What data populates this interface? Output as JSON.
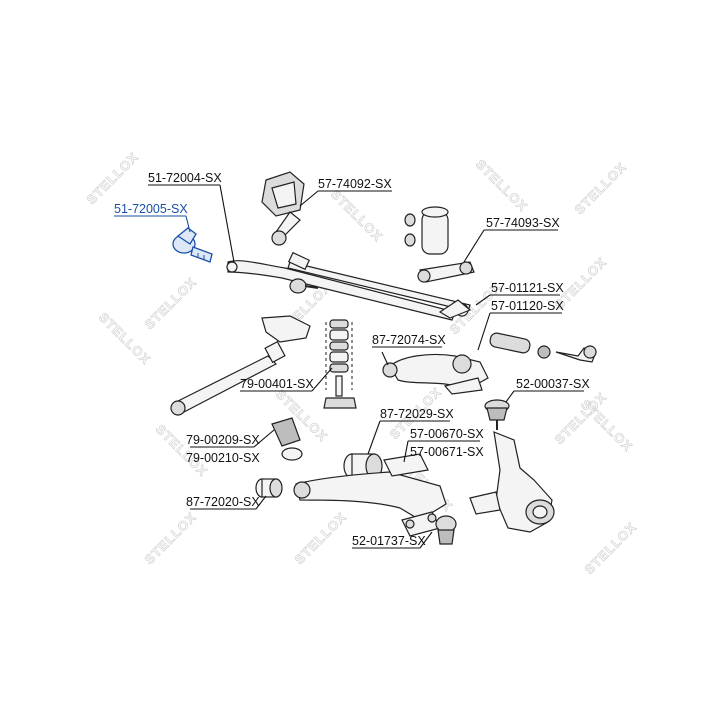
{
  "watermark": {
    "text": "STELLOX"
  },
  "labels": {
    "p51_72004": "51-72004-SX",
    "p51_72005": "51-72005-SX",
    "p57_74092": "57-74092-SX",
    "p57_74093": "57-74093-SX",
    "p57_01121": "57-01121-SX",
    "p57_01120": "57-01120-SX",
    "p87_72074": "87-72074-SX",
    "p79_00401": "79-00401-SX",
    "p52_00037": "52-00037-SX",
    "p87_72029": "87-72029-SX",
    "p57_00670": "57-00670-SX",
    "p57_00671": "57-00671-SX",
    "p79_00209": "79-00209-SX",
    "p79_00210": "79-00210-SX",
    "p87_72020": "87-72020-SX",
    "p52_01737": "52-01737-SX"
  },
  "colors": {
    "highlight": "#1a4fa8",
    "text": "#111111",
    "watermark": "#d6d6d6"
  }
}
